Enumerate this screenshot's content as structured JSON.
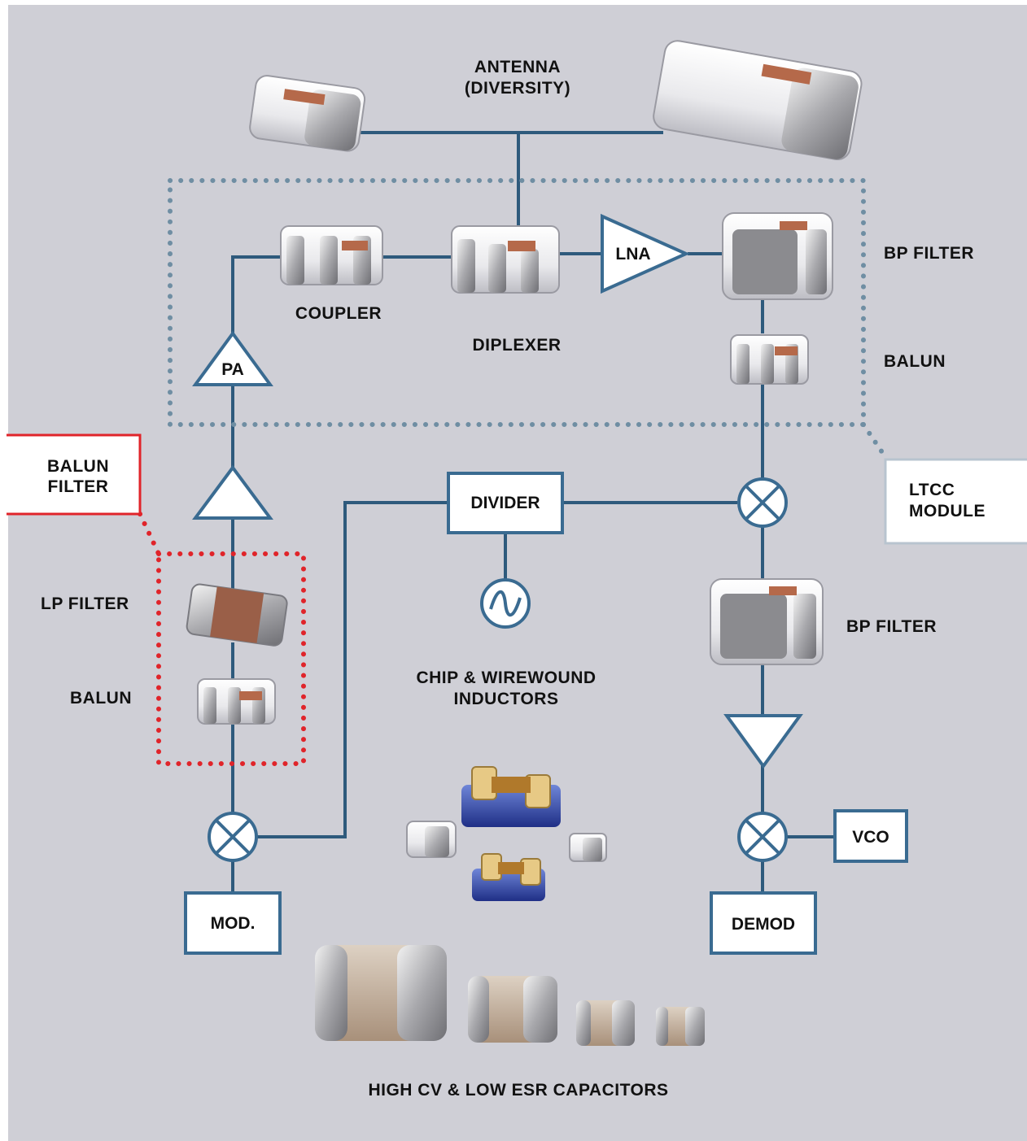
{
  "colors": {
    "background": "#cfcfd6",
    "wire": "#2e5a7c",
    "node_stroke": "#3a6b91",
    "ltcc_dots": "#6f8ea3",
    "balun_filter_dots": "#e0242a",
    "text": "#111111"
  },
  "labels": {
    "antenna": [
      "ANTENNA",
      "(DIVERSITY)"
    ],
    "coupler": "COUPLER",
    "diplexer": "DIPLEXER",
    "lna": "LNA",
    "pa": "PA",
    "bp_filter_top": "BP FILTER",
    "balun_top": "BALUN",
    "balun_filter": [
      "BALUN",
      "FILTER"
    ],
    "ltcc_module": [
      "LTCC",
      "MODULE"
    ],
    "divider": "DIVIDER",
    "lp_filter": "LP FILTER",
    "balun_left": "BALUN",
    "bp_filter_mid": "BP FILTER",
    "inductors": [
      "CHIP & WIREWOUND",
      "INDUCTORS"
    ],
    "mod": "MOD.",
    "demod": "DEMOD",
    "vco": "VCO",
    "capacitors": "HIGH CV & LOW ESR CAPACITORS"
  }
}
